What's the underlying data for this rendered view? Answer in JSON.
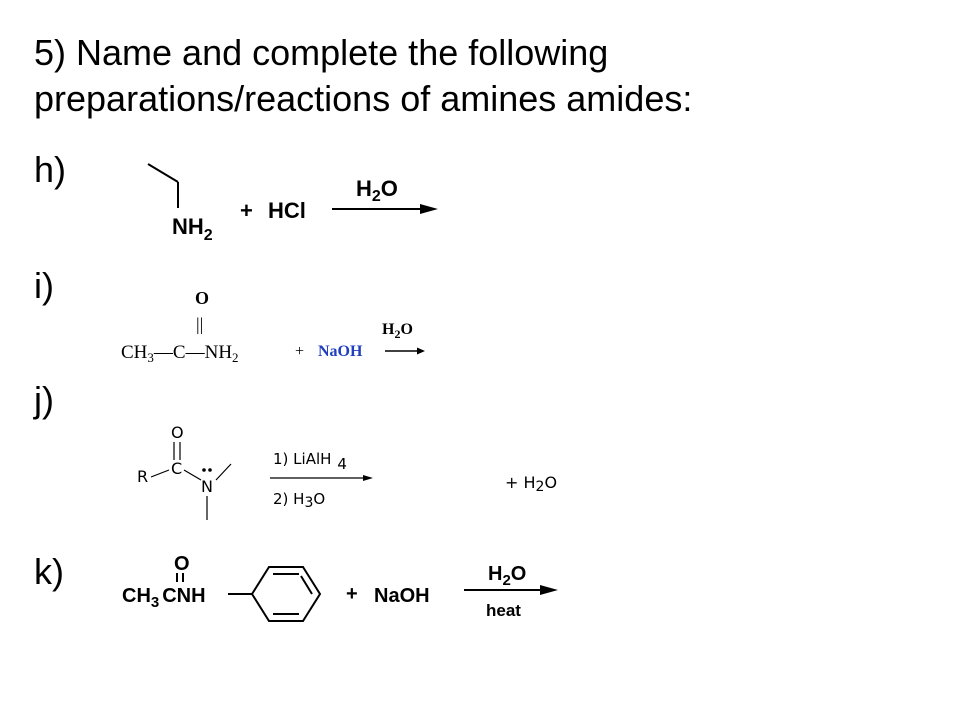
{
  "slide": {
    "title_line1": "5) Name and complete the following",
    "title_line2": "preparations/reactions of  amines amides:",
    "items": [
      {
        "label": "h)"
      },
      {
        "label": "i)"
      },
      {
        "label": "j)"
      },
      {
        "label": "k)"
      }
    ]
  },
  "reaction_h": {
    "amine": "NH",
    "amine_sub": "2",
    "plus": "+",
    "reagent": "HCl",
    "cond_main": "H",
    "cond_sub": "2",
    "cond_tail": "O"
  },
  "reaction_i": {
    "carbonyl_o": "O",
    "double_bond": "||",
    "ch3": "CH",
    "ch3_sub": "3",
    "dash1": "—",
    "carbon": "C",
    "dash2": "—",
    "nh": "NH",
    "nh_sub": "2",
    "plus": "+",
    "reagent": "NaOH",
    "cond_main": "H",
    "cond_sub": "2",
    "cond_tail": "O",
    "reagent_color": "#1f3fbf"
  },
  "reaction_j": {
    "o": "O",
    "r": "R",
    "c": "C",
    "n": "N",
    "cond1_a": "1) LiAlH",
    "cond1_sub": "4",
    "cond2_a": "2) H",
    "cond2_sub": "3",
    "cond2_b": "O",
    "plus_water_a": "+ H",
    "plus_water_sub": "2",
    "plus_water_b": "O"
  },
  "reaction_k": {
    "o": "O",
    "ch3": "CH",
    "ch3_sub": "3",
    "cnh": "CNH",
    "plus": "+",
    "reagent": "NaOH",
    "cond_main": "H",
    "cond_sub": "2",
    "cond_tail": "O",
    "cond_below": "heat"
  }
}
